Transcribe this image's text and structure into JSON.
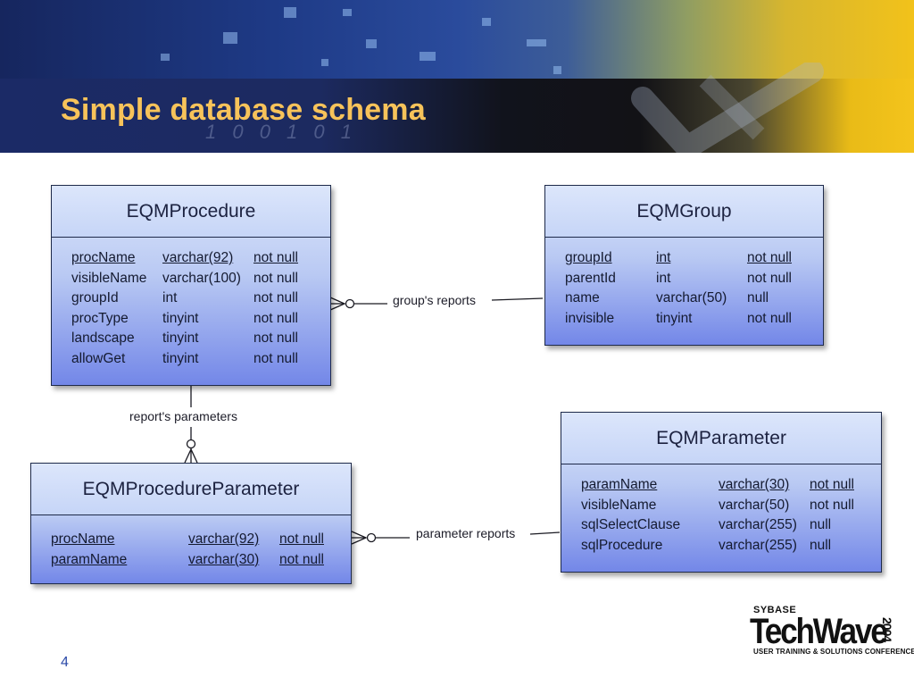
{
  "title": "Simple database schema",
  "page_number": "4",
  "header_decor_text": "1 0 0 1 0 1",
  "logo": {
    "brand": "SYBASE",
    "name": "TechWave",
    "year": "2004",
    "tagline": "USER TRAINING & SOLUTIONS CONFERENCE"
  },
  "entities": {
    "procedure": {
      "name": "EQMProcedure",
      "columns": [
        [
          "procName",
          "varchar(92)",
          "not null"
        ],
        [
          "visibleName",
          "varchar(100)",
          "not null"
        ],
        [
          "groupId",
          "int",
          "not null"
        ],
        [
          "procType",
          "tinyint",
          "not null"
        ],
        [
          "landscape",
          "tinyint",
          "not null"
        ],
        [
          "allowGet",
          "tinyint",
          "not null"
        ]
      ]
    },
    "group": {
      "name": "EQMGroup",
      "columns": [
        [
          "groupId",
          "int",
          "not null"
        ],
        [
          "parentId",
          "int",
          "not null"
        ],
        [
          "name",
          "varchar(50)",
          "null"
        ],
        [
          "invisible",
          "tinyint",
          "not null"
        ]
      ]
    },
    "procedure_parameter": {
      "name": "EQMProcedureParameter",
      "columns": [
        [
          "procName",
          "varchar(92)",
          "not null"
        ],
        [
          "paramName",
          "varchar(30)",
          "not null"
        ]
      ]
    },
    "parameter": {
      "name": "EQMParameter",
      "columns": [
        [
          "paramName",
          "varchar(30)",
          "not null"
        ],
        [
          "visibleName",
          "varchar(50)",
          "not null"
        ],
        [
          "sqlSelectClause",
          "varchar(255)",
          "null"
        ],
        [
          "sqlProcedure",
          "varchar(255)",
          "null"
        ]
      ]
    }
  },
  "relationships": {
    "groups_reports": "group's reports",
    "reports_parameters": "report's parameters",
    "parameter_reports": "parameter reports"
  },
  "colors": {
    "title": "#f7c35a",
    "entity_top": "#dde7fb",
    "entity_bottom": "#7387e8",
    "page_number": "#2b4aa8"
  }
}
